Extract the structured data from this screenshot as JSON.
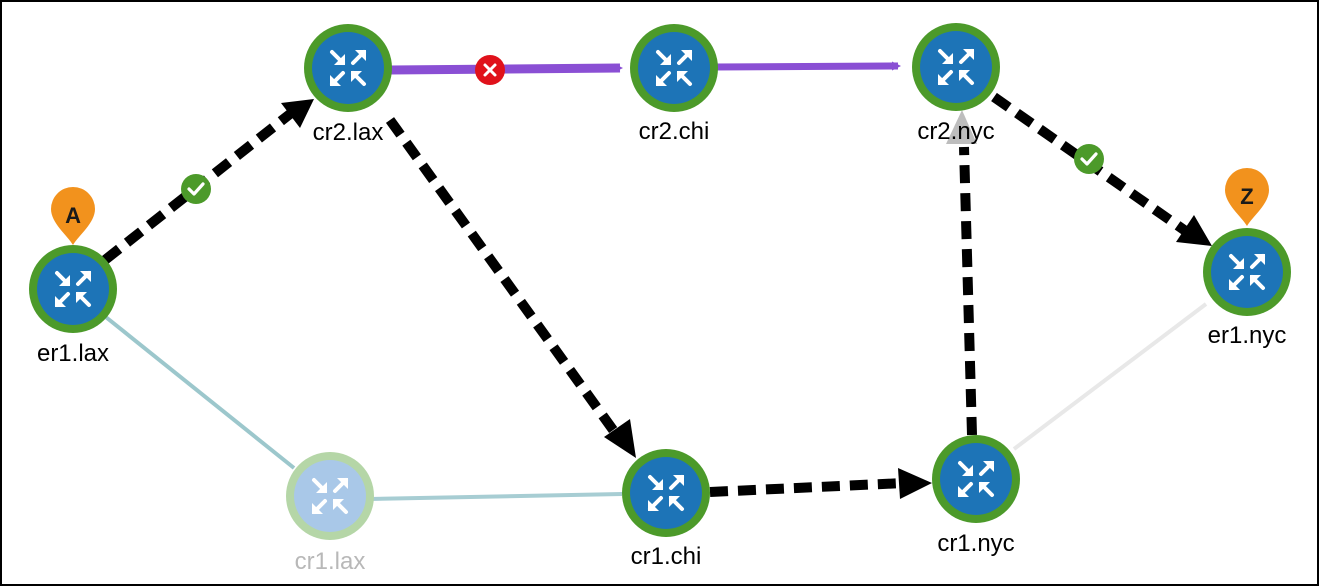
{
  "colors": {
    "node_fill": "#1d74b7",
    "node_ring": "#4c9a2a",
    "node_fill_faded": "#a9c8e8",
    "node_ring_faded": "#b5d6a7",
    "primary_path": "#8a4fd4",
    "marker_ok": "#4c9a2a",
    "marker_error": "#e0121b",
    "pin": "#f2921d"
  },
  "nodes": {
    "er1_lax": {
      "label": "er1.lax"
    },
    "cr2_lax": {
      "label": "cr2.lax"
    },
    "cr2_chi": {
      "label": "cr2.chi"
    },
    "cr2_nyc": {
      "label": "cr2.nyc"
    },
    "er1_nyc": {
      "label": "er1.nyc"
    },
    "cr1_lax": {
      "label": "cr1.lax"
    },
    "cr1_chi": {
      "label": "cr1.chi"
    },
    "cr1_nyc": {
      "label": "cr1.nyc"
    }
  },
  "pins": {
    "a": {
      "letter": "A",
      "icon": "location-pin-icon"
    },
    "z": {
      "letter": "Z",
      "icon": "location-pin-icon"
    }
  },
  "status_markers": {
    "ok": "check-circle-icon",
    "error": "x-circle-icon"
  },
  "node_icon": "router-icon"
}
